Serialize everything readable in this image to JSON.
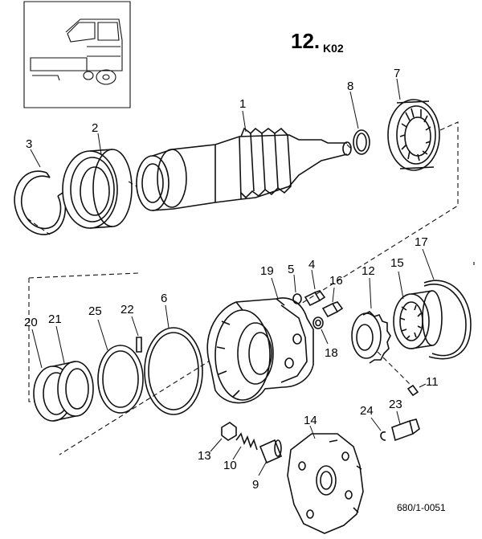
{
  "page": {
    "title_number": "12.",
    "title_suffix": "K02",
    "doc_code": "680/1-0051"
  },
  "callouts": [
    "1",
    "2",
    "3",
    "4",
    "5",
    "6",
    "7",
    "8",
    "9",
    "10",
    "11",
    "12",
    "13",
    "14",
    "15",
    "16",
    "17",
    "18",
    "19",
    "20",
    "21",
    "22",
    "23",
    "24",
    "25"
  ]
}
